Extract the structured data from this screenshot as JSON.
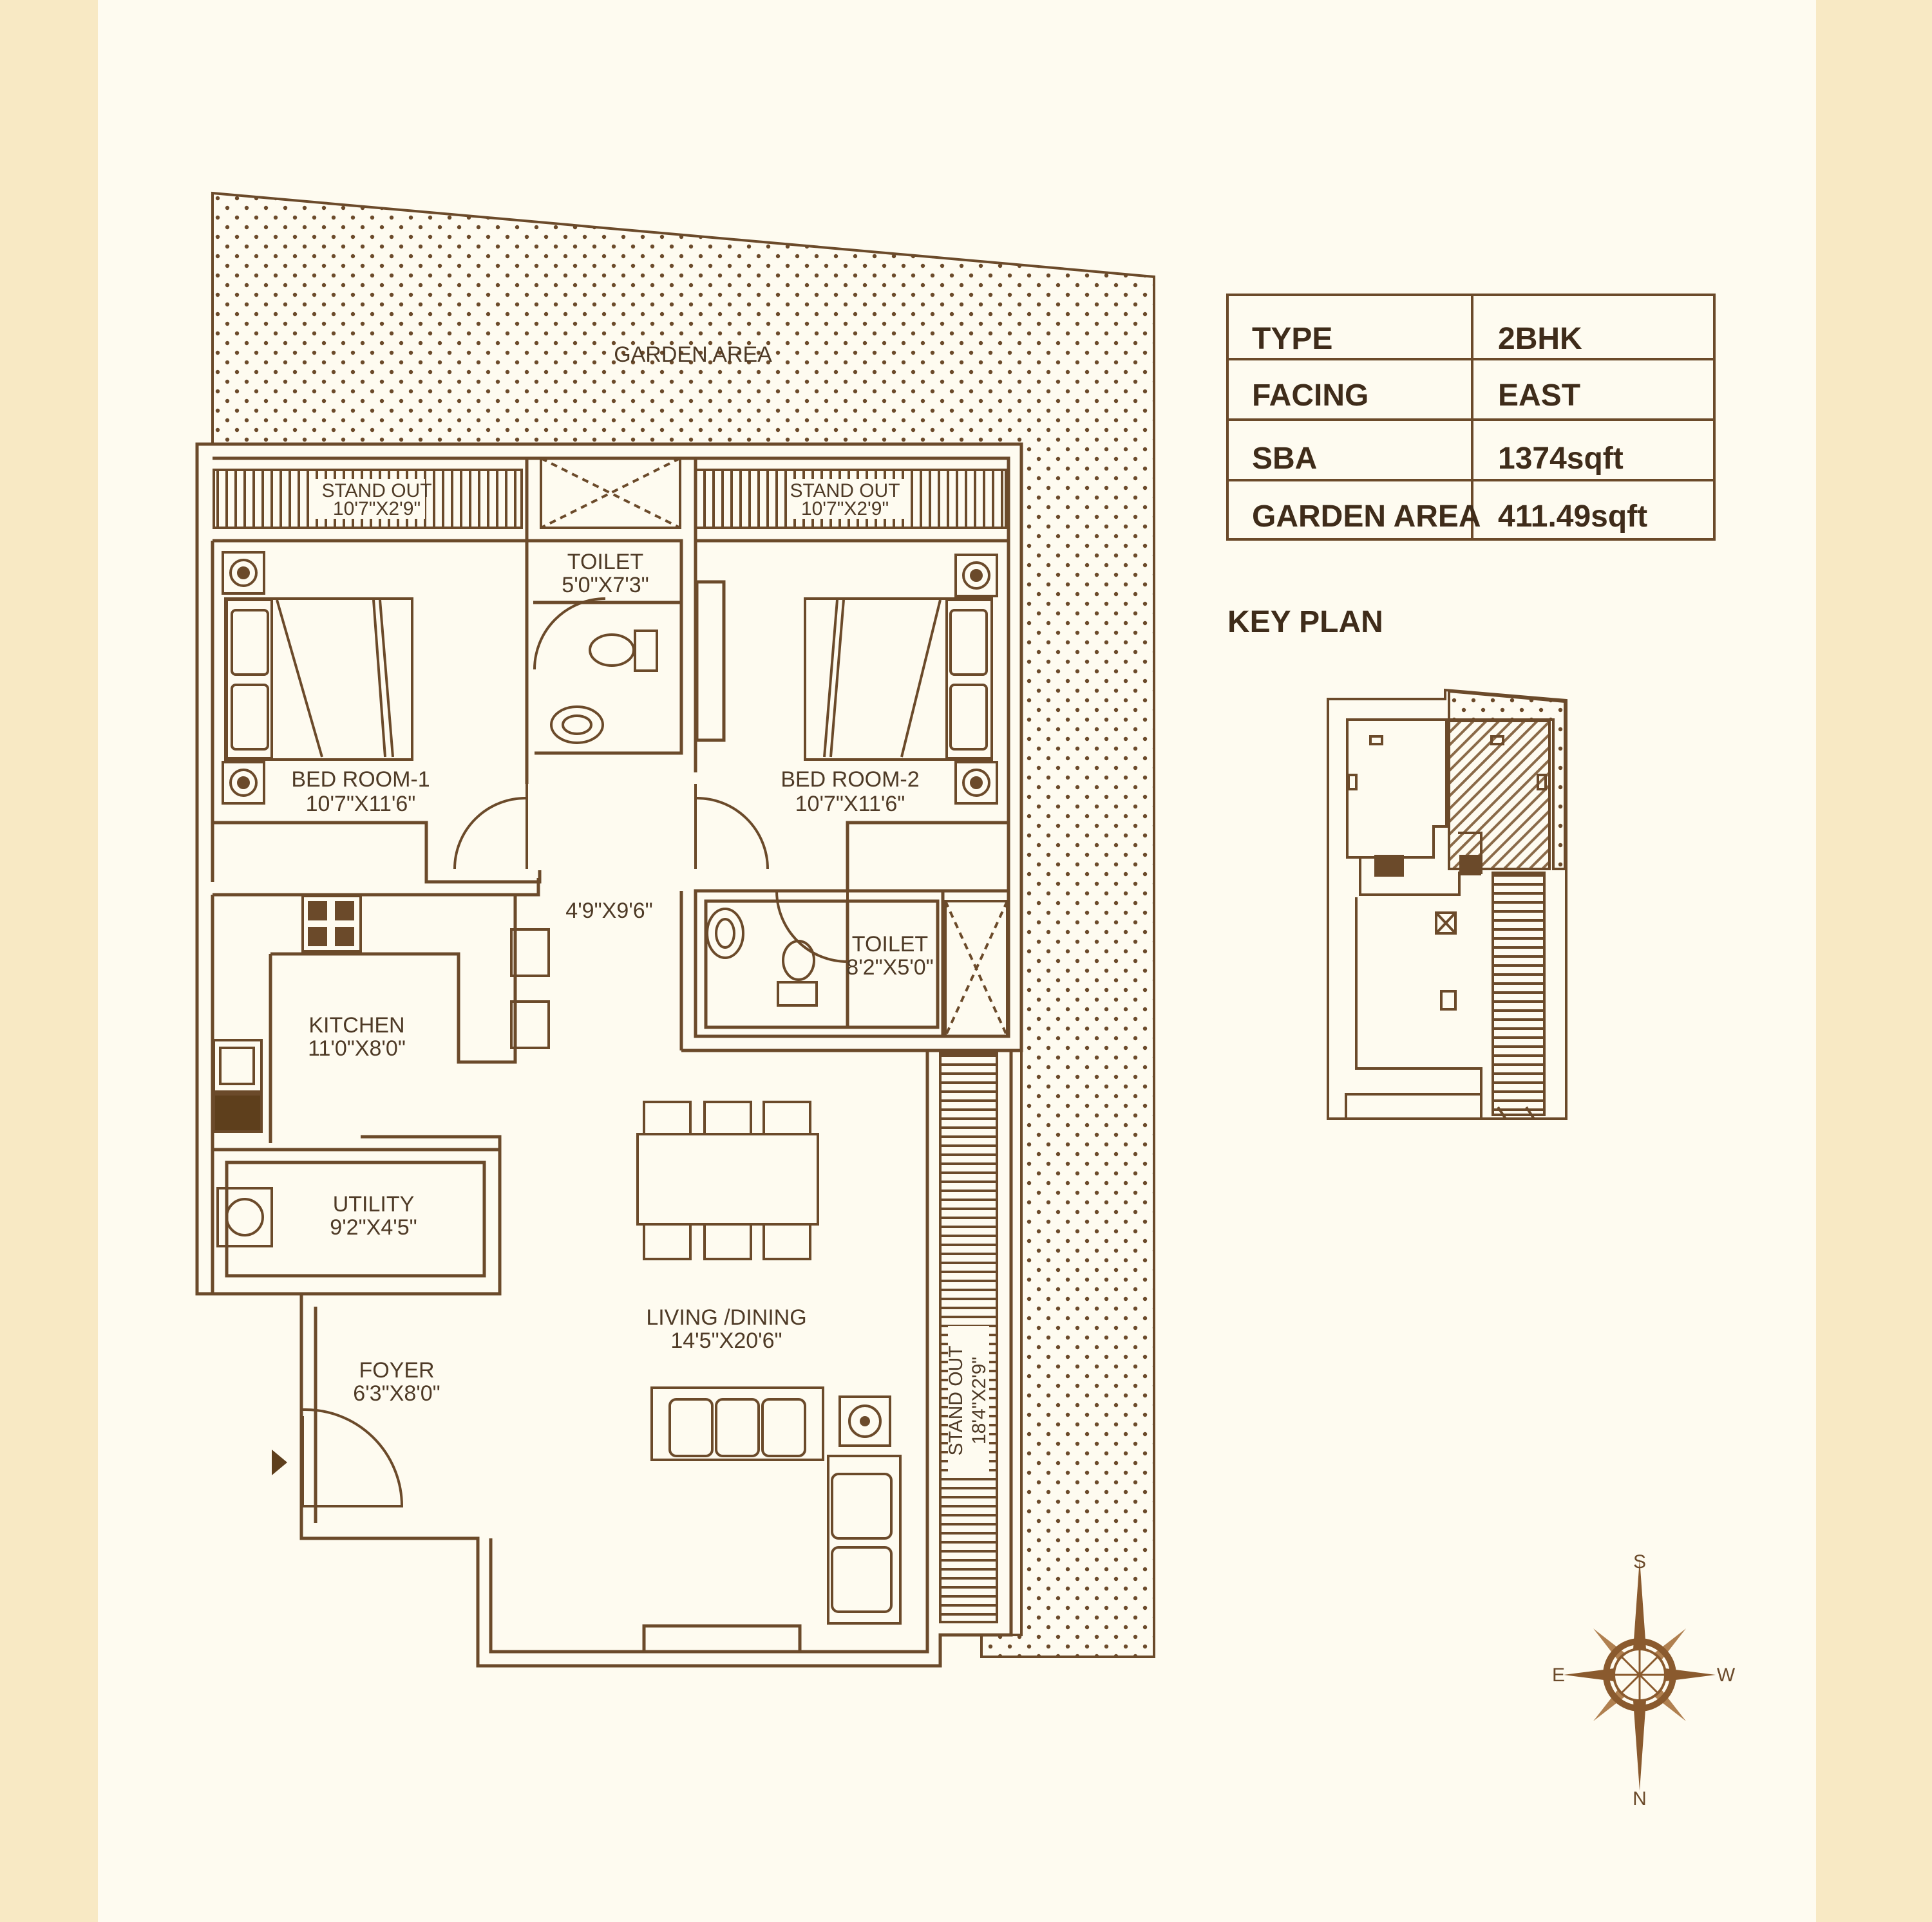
{
  "plan": {
    "garden_area": "GARDEN AREA",
    "standout_left": {
      "name": "STAND OUT",
      "size": "10'7\"X2'9\""
    },
    "standout_right": {
      "name": "STAND OUT",
      "size": "10'7\"X2'9\""
    },
    "standout_side": {
      "name": "STAND OUT",
      "size": "18'4\"X2'9\""
    },
    "toilet_1": {
      "name": "TOILET",
      "size": "5'0\"X7'3\""
    },
    "toilet_2": {
      "name": "TOILET",
      "size": "8'2\"X5'0\""
    },
    "bedroom_1": {
      "name": "BED ROOM-1",
      "size": "10'7\"X11'6\""
    },
    "bedroom_2": {
      "name": "BED ROOM-2",
      "size": "10'7\"X11'6\""
    },
    "passage": {
      "size": "4'9\"X9'6\""
    },
    "kitchen": {
      "name": "KITCHEN",
      "size": "11'0\"X8'0\""
    },
    "utility": {
      "name": "UTILITY",
      "size": "9'2\"X4'5\""
    },
    "living": {
      "name": "LIVING /DINING",
      "size": "14'5\"X20'6\""
    },
    "foyer": {
      "name": "FOYER",
      "size": "6'3\"X8'0\""
    }
  },
  "info_table": [
    {
      "label": "TYPE",
      "value": "2BHK"
    },
    {
      "label": "FACING",
      "value": "EAST"
    },
    {
      "label": "SBA",
      "value": "1374sqft"
    },
    {
      "label": "GARDEN AREA",
      "value": "411.49sqft"
    }
  ],
  "key_plan": {
    "title": "KEY PLAN"
  },
  "compass": {
    "s": "S",
    "e": "E",
    "w": "W",
    "n": "N"
  },
  "colors": {
    "line": "#6b4a2a",
    "background": "#fefbf0",
    "band": "#f8e9c4",
    "fill_dark": "#5e3f1c"
  }
}
